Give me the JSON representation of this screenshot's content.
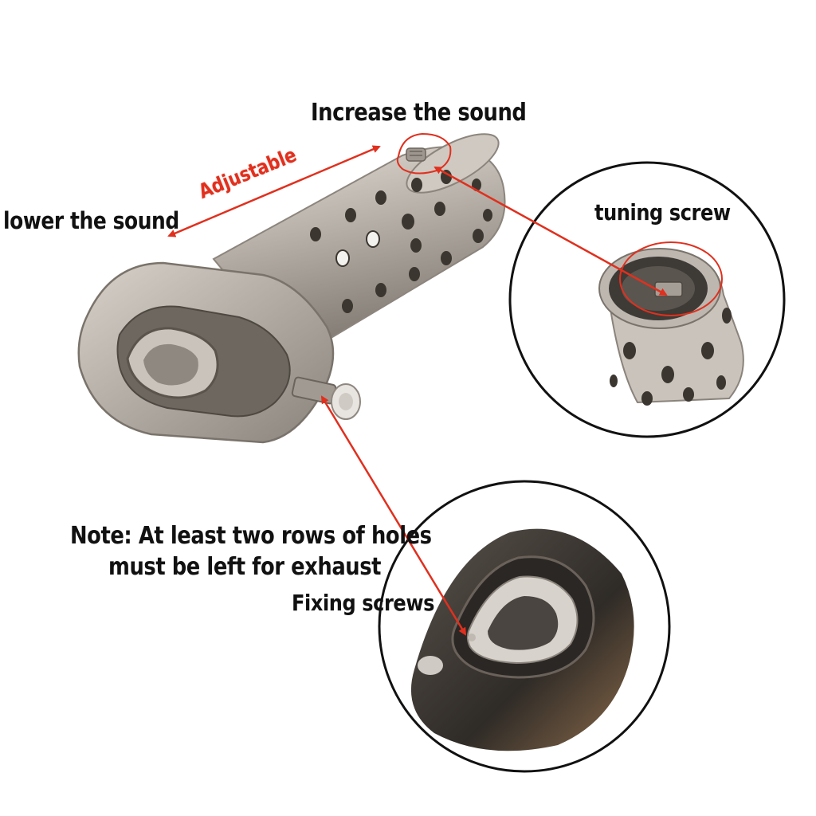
{
  "labels": {
    "increase": "Increase the sound",
    "lower": "lower the sound",
    "adjustable": "Adjustable",
    "tuning": "tuning screw",
    "fixing": "Fixing screws",
    "note_line1": "Note: At least two rows of holes",
    "note_line2": "must be left for exhaust"
  },
  "colors": {
    "arrow": "#e0301e",
    "text": "#111111",
    "steel": "#b9b4ae",
    "carbon": "#3a3632"
  }
}
